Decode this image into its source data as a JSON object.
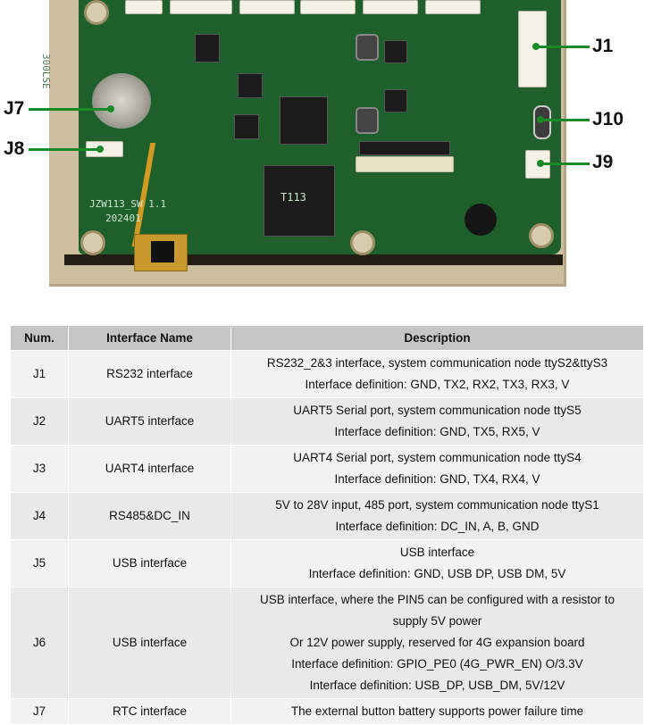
{
  "callouts": {
    "j1": "J1",
    "j7": "J7",
    "j8": "J8",
    "j9": "J9",
    "j10": "J10"
  },
  "silkscreen": {
    "board_name": "JZW113_SW",
    "version": "1.1",
    "date": "202401",
    "chip_main": "T113",
    "sides": "300LSE"
  },
  "colors": {
    "header_bg": "#c6c6c6",
    "row_bg": "#f2f2f2",
    "pcb_green": "#1e5f2c",
    "callout_line": "#1a8a28"
  },
  "table": {
    "headers": [
      "Num.",
      "Interface Name",
      "Description"
    ],
    "rows": [
      {
        "num": "J1",
        "name": "RS232 interface",
        "desc": [
          "RS232_2&3 interface, system communication node ttyS2&ttyS3",
          "Interface definition: GND, TX2, RX2, TX3, RX3, V"
        ]
      },
      {
        "num": "J2",
        "name": "UART5 interface",
        "desc": [
          "UART5 Serial port, system communication node ttyS5",
          "Interface definition: GND, TX5, RX5, V"
        ]
      },
      {
        "num": "J3",
        "name": "UART4 interface",
        "desc": [
          "UART4 Serial port, system communication node ttyS4",
          "Interface definition: GND, TX4, RX4, V"
        ]
      },
      {
        "num": "J4",
        "name": "RS485&DC_IN",
        "desc": [
          "5V to 28V input, 485 port, system communication node ttyS1",
          "Interface definition: DC_IN, A, B, GND"
        ]
      },
      {
        "num": "J5",
        "name": "USB interface",
        "desc": [
          "USB interface",
          "Interface definition: GND, USB DP, USB DM, 5V"
        ]
      },
      {
        "num": "J6",
        "name": "USB interface",
        "desc": [
          "USB interface, where the PIN5 can be configured with a resistor to",
          "supply 5V power",
          "Or 12V power supply, reserved for 4G expansion board",
          "Interface definition: GPIO_PE0 (4G_PWR_EN) O/3.3V",
          "Interface definition: USB_DP, USB_DM, 5V/12V"
        ]
      },
      {
        "num": "J7",
        "name": "RTC interface",
        "desc": [
          "The external button battery supports power failure time",
          ""
        ]
      }
    ]
  }
}
